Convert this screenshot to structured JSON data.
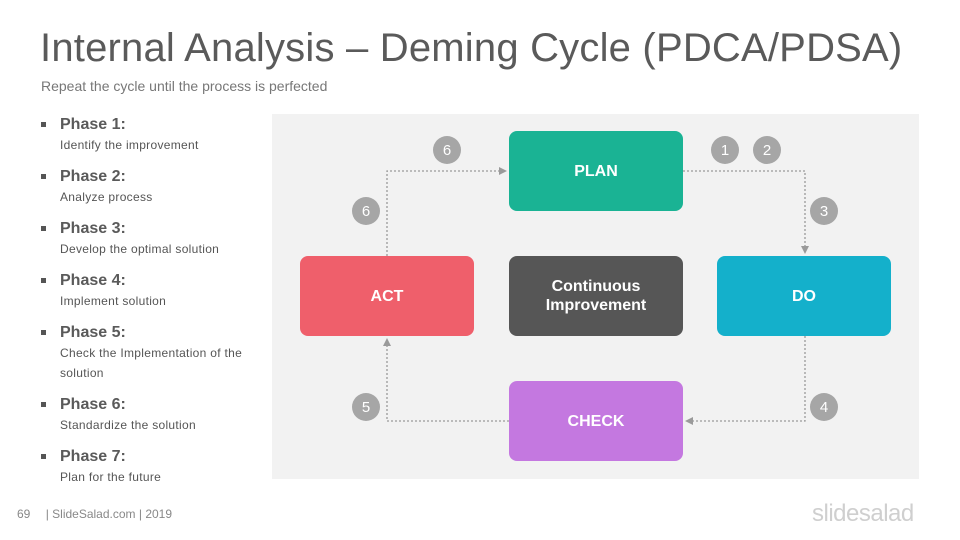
{
  "title": "Internal Analysis – Deming Cycle (PDCA/PDSA)",
  "subtitle": "Repeat the cycle until the process is perfected",
  "phases": [
    {
      "title": "Phase 1:",
      "desc": "Identify the improvement"
    },
    {
      "title": "Phase 2:",
      "desc": "Analyze process"
    },
    {
      "title": "Phase 3:",
      "desc": "Develop the optimal solution"
    },
    {
      "title": "Phase 4:",
      "desc": "Implement solution"
    },
    {
      "title": "Phase 5:",
      "desc": "Check the Implementation of the solution"
    },
    {
      "title": "Phase 6:",
      "desc": "Standardize the solution"
    },
    {
      "title": "Phase 7:",
      "desc": "Plan for the future"
    }
  ],
  "cycle": {
    "plan": "PLAN",
    "do": "DO",
    "check": "CHECK",
    "act": "ACT",
    "center": "Continuous Improvement",
    "step_numbers": [
      "1",
      "2",
      "3",
      "4",
      "5",
      "6",
      "6"
    ]
  },
  "footer": {
    "page_number": "69",
    "credit": "| SlideSalad.com | 2019"
  },
  "logo": "slidesalad",
  "colors": {
    "plan": "#1ab394",
    "do": "#14b0cb",
    "check": "#c478e0",
    "act": "#ef5f6b",
    "center": "#565656",
    "step_badge": "#a6a6a6"
  }
}
